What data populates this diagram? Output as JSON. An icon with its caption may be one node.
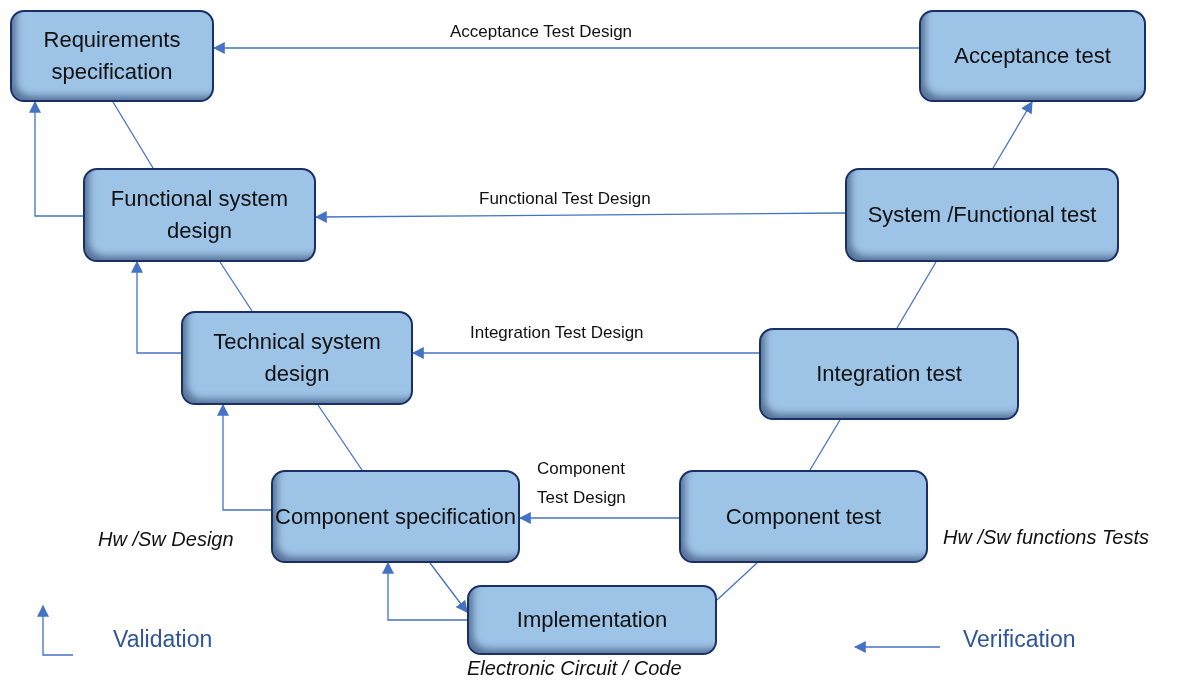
{
  "diagram": {
    "nodes": [
      {
        "text": [
          "Requirements specification"
        ]
      },
      {
        "text": [
          "Acceptance test"
        ]
      },
      {
        "text": [
          "Functional system design"
        ]
      },
      {
        "text": [
          "System /Functional test"
        ]
      },
      {
        "text": [
          "Technical system design"
        ]
      },
      {
        "text": [
          "Integration test"
        ]
      },
      {
        "text": [
          "Component specification"
        ],
        "beside": [
          "Hw /Sw Design"
        ]
      },
      {
        "text": [
          "Component test"
        ],
        "beside": [
          "Hw /Sw functions Tests"
        ]
      },
      {
        "text": [
          "Implementation"
        ],
        "beside": [
          "Electronic Circuit / Code"
        ]
      }
    ],
    "edges": [
      {
        "from": 0,
        "to": 2,
        "arrow": "none"
      },
      {
        "from": 2,
        "to": 4,
        "arrow": "none"
      },
      {
        "from": 4,
        "to": 6,
        "arrow": "none"
      },
      {
        "from": 6,
        "to": 8,
        "arrow": "to"
      },
      {
        "from": 8,
        "to": 7,
        "arrow": "none"
      },
      {
        "from": 7,
        "to": 5,
        "arrow": "none"
      },
      {
        "from": 5,
        "to": 3,
        "arrow": "none"
      },
      {
        "from": 3,
        "to": 1,
        "arrow": "to"
      },
      {
        "from": 2,
        "to": 0,
        "arrow": "to"
      },
      {
        "from": 4,
        "to": 2,
        "arrow": "to"
      },
      {
        "from": 6,
        "to": 4,
        "arrow": "to"
      },
      {
        "from": 8,
        "to": 6,
        "arrow": "to"
      },
      {
        "from": 1,
        "to": 0,
        "arrow": "to",
        "label": "Acceptance Test Design"
      },
      {
        "from": 3,
        "to": 2,
        "arrow": "to",
        "label": "Functional Test Design"
      },
      {
        "from": 5,
        "to": 4,
        "arrow": "to",
        "label": "Integration Test Design"
      },
      {
        "from": 7,
        "to": 6,
        "arrow": "to",
        "label": "Component Test Design"
      }
    ],
    "legend": [
      {
        "text": "Validation"
      },
      {
        "text": "Verification"
      }
    ]
  }
}
